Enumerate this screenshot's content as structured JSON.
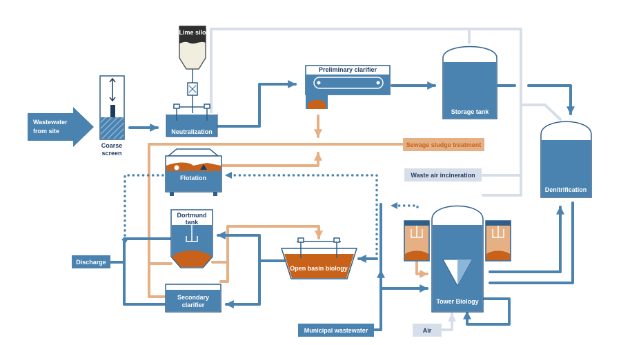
{
  "labels": {
    "wastewater_from_site_1": "Wastewater",
    "wastewater_from_site_2": "from site",
    "coarse_screen_1": "Coarse",
    "coarse_screen_2": "screen",
    "lime_silo": "Lime silo",
    "neutralization": "Neutralization",
    "preliminary_clarifier": "Preliminary clarifier",
    "storage_tank": "Storage tank",
    "denitrification": "Denitrification",
    "sewage_sludge_treatment": "Sewage sludge treatment",
    "flotation": "Flotation",
    "waste_air_incineration": "Waste air incineration",
    "dortmund_tank_1": "Dortmund",
    "dortmund_tank_2": "tank",
    "discharge": "Discharge",
    "open_basin_biology": "Open basin biology",
    "secondary_clarifier_1": "Secondary",
    "secondary_clarifier_2": "clarifier",
    "tower_biology": "Tower Biology",
    "municipal_wastewater": "Municipal wastewater",
    "air": "Air"
  },
  "colors": {
    "water_blue": "#4a82b0",
    "dark_blue": "#2e5f8c",
    "sludge_orange": "#c8621a",
    "sludge_line": "#e4b084",
    "air_line": "#d6dfe9",
    "lime_white": "#f1eedf",
    "lime_dark": "#2f2f2f",
    "hatch_blue": "#8cb6d8",
    "label_text": "#1e3a5f"
  }
}
